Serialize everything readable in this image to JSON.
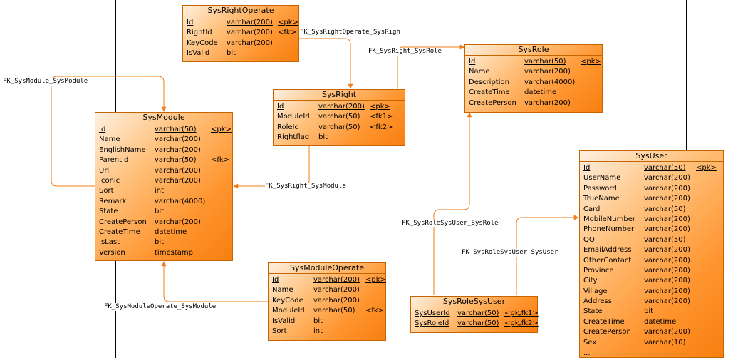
{
  "entities": {
    "sysrightoperate": {
      "title": "SysRightOperate",
      "rows": [
        {
          "name": "Id",
          "type": "varchar(200)",
          "key": "<pk>",
          "pk": true
        },
        {
          "name": "RightId",
          "type": "varchar(200)",
          "key": "<fk>"
        },
        {
          "name": "KeyCode",
          "type": "varchar(200)",
          "key": ""
        },
        {
          "name": "IsValid",
          "type": "bit",
          "key": ""
        }
      ]
    },
    "sysright": {
      "title": "SysRight",
      "rows": [
        {
          "name": "Id",
          "type": "varchar(200)",
          "key": "<pk>",
          "pk": true
        },
        {
          "name": "ModuleId",
          "type": "varchar(50)",
          "key": "<fk1>"
        },
        {
          "name": "RoleId",
          "type": "varchar(50)",
          "key": "<fk2>"
        },
        {
          "name": "Rightflag",
          "type": "bit",
          "key": ""
        }
      ]
    },
    "sysrole": {
      "title": "SysRole",
      "rows": [
        {
          "name": "Id",
          "type": "varchar(50)",
          "key": "<pk>",
          "pk": true
        },
        {
          "name": "Name",
          "type": "varchar(200)",
          "key": ""
        },
        {
          "name": "Description",
          "type": "varchar(4000)",
          "key": ""
        },
        {
          "name": "CreateTime",
          "type": "datetime",
          "key": ""
        },
        {
          "name": "CreatePerson",
          "type": "varchar(200)",
          "key": ""
        }
      ]
    },
    "sysmodule": {
      "title": "SysModule",
      "rows": [
        {
          "name": "Id",
          "type": "varchar(50)",
          "key": "<pk>",
          "pk": true
        },
        {
          "name": "Name",
          "type": "varchar(200)",
          "key": ""
        },
        {
          "name": "EnglishName",
          "type": "varchar(200)",
          "key": ""
        },
        {
          "name": "ParentId",
          "type": "varchar(50)",
          "key": "<fk>"
        },
        {
          "name": "Url",
          "type": "varchar(200)",
          "key": ""
        },
        {
          "name": "Iconic",
          "type": "varchar(200)",
          "key": ""
        },
        {
          "name": "Sort",
          "type": "int",
          "key": ""
        },
        {
          "name": "Remark",
          "type": "varchar(4000)",
          "key": ""
        },
        {
          "name": "State",
          "type": "bit",
          "key": ""
        },
        {
          "name": "CreatePerson",
          "type": "varchar(200)",
          "key": ""
        },
        {
          "name": "CreateTime",
          "type": "datetime",
          "key": ""
        },
        {
          "name": "IsLast",
          "type": "bit",
          "key": ""
        },
        {
          "name": "Version",
          "type": "timestamp",
          "key": ""
        }
      ]
    },
    "sysuser": {
      "title": "SysUser",
      "rows": [
        {
          "name": "Id",
          "type": "varchar(50)",
          "key": "<pk>",
          "pk": true
        },
        {
          "name": "UserName",
          "type": "varchar(200)",
          "key": ""
        },
        {
          "name": "Password",
          "type": "varchar(200)",
          "key": ""
        },
        {
          "name": "TrueName",
          "type": "varchar(200)",
          "key": ""
        },
        {
          "name": "Card",
          "type": "varchar(50)",
          "key": ""
        },
        {
          "name": "MobileNumber",
          "type": "varchar(200)",
          "key": ""
        },
        {
          "name": "PhoneNumber",
          "type": "varchar(200)",
          "key": ""
        },
        {
          "name": "QQ",
          "type": "varchar(50)",
          "key": ""
        },
        {
          "name": "EmailAddress",
          "type": "varchar(200)",
          "key": ""
        },
        {
          "name": "OtherContact",
          "type": "varchar(200)",
          "key": ""
        },
        {
          "name": "Province",
          "type": "varchar(200)",
          "key": ""
        },
        {
          "name": "City",
          "type": "varchar(200)",
          "key": ""
        },
        {
          "name": "Village",
          "type": "varchar(200)",
          "key": ""
        },
        {
          "name": "Address",
          "type": "varchar(200)",
          "key": ""
        },
        {
          "name": "State",
          "type": "bit",
          "key": ""
        },
        {
          "name": "CreateTime",
          "type": "datetime",
          "key": ""
        },
        {
          "name": "CreatePerson",
          "type": "varchar(200)",
          "key": ""
        },
        {
          "name": "Sex",
          "type": "varchar(10)",
          "key": ""
        }
      ],
      "truncated_row": "..."
    },
    "sysmoduleoperate": {
      "title": "SysModuleOperate",
      "rows": [
        {
          "name": "Id",
          "type": "varchar(200)",
          "key": "<pk>",
          "pk": true
        },
        {
          "name": "Name",
          "type": "varchar(200)",
          "key": ""
        },
        {
          "name": "KeyCode",
          "type": "varchar(200)",
          "key": ""
        },
        {
          "name": "ModuleId",
          "type": "varchar(50)",
          "key": "<fk>"
        },
        {
          "name": "IsValid",
          "type": "bit",
          "key": ""
        },
        {
          "name": "Sort",
          "type": "int",
          "key": ""
        }
      ]
    },
    "sysrolesysuser": {
      "title": "SysRoleSysUser",
      "rows": [
        {
          "name": "SysUserId",
          "type": "varchar(50)",
          "key": "<pk,fk1>",
          "pk": true
        },
        {
          "name": "SysRoleId",
          "type": "varchar(50)",
          "key": "<pk,fk2>",
          "pk": true
        }
      ]
    }
  },
  "connectors": {
    "fk_sysrightoperate": "FK_SysRightOperate_SysRigh",
    "fk_sysright_sysrole": "FK_SysRight_SysRole",
    "fk_sysmodule_sysmodule": "FK_SysModule_SysModule",
    "fk_sysright_sysmodule": "FK_SysRight_SysModule",
    "fk_sysrolesysuser_sysrole": "FK_SysRoleSysUser_SysRole",
    "fk_sysrolesysuser_sysuser": "FK_SysRoleSysUser_SysUser",
    "fk_sysmoduleoperate_sysmodule": "FK_SysModuleOperate_SysModule"
  },
  "colors": {
    "line": "#f07d1a",
    "border": "#c86400"
  }
}
